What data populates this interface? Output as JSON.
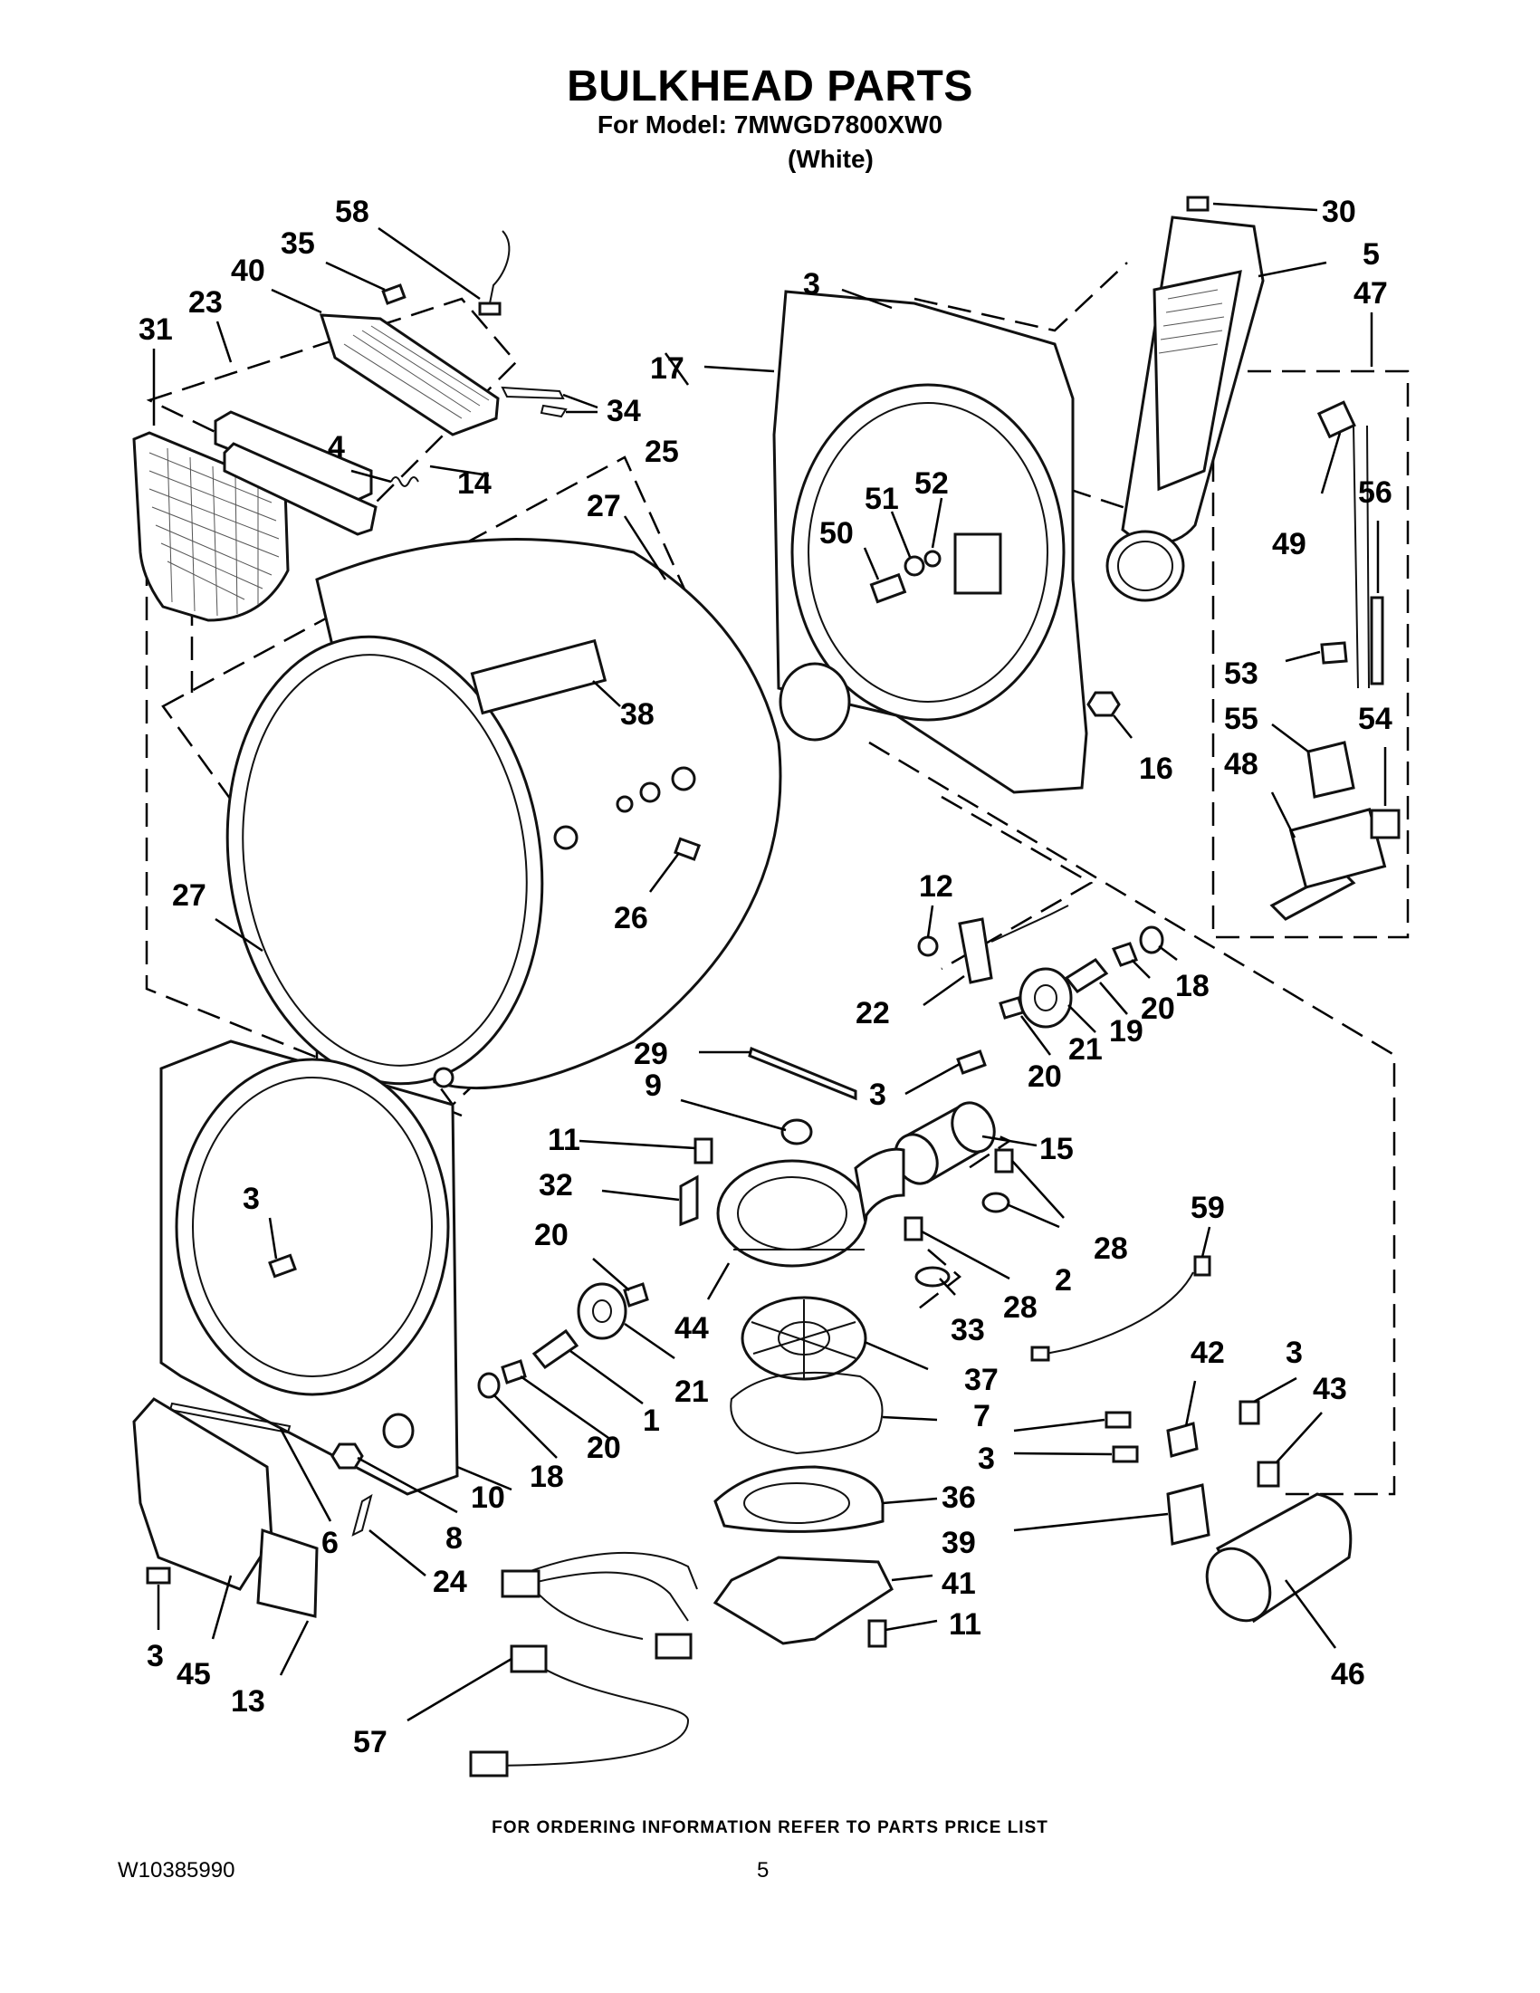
{
  "header": {
    "title": "BULKHEAD PARTS",
    "model_line": "For Model: 7MWGD7800XW0",
    "color_line": "(White)"
  },
  "footer": {
    "ordering_note": "FOR ORDERING INFORMATION REFER TO PARTS PRICE LIST",
    "doc_number": "W10385990",
    "page_number": "5"
  },
  "callouts": {
    "c58": "58",
    "c35": "35",
    "c40": "40",
    "c23": "23",
    "c31": "31",
    "c3_a": "3",
    "c17": "17",
    "c30": "30",
    "c5": "5",
    "c47": "47",
    "c34": "34",
    "c25": "25",
    "c4": "4",
    "c14": "14",
    "c27_top": "27",
    "c51": "51",
    "c52": "52",
    "c50": "50",
    "c49": "49",
    "c56": "56",
    "c38": "38",
    "c53": "53",
    "c55": "55",
    "c54": "54",
    "c48": "48",
    "c16": "16",
    "c26": "26",
    "c27_left": "27",
    "c12": "12",
    "c22": "22",
    "c18_r": "18",
    "c20_r": "20",
    "c19": "19",
    "c21_r": "21",
    "c20_m": "20",
    "c29": "29",
    "c9": "9",
    "c3_b": "3",
    "c15": "15",
    "c11_a": "11",
    "c32": "32",
    "c28_a": "28",
    "c2": "2",
    "c59": "59",
    "c20_l": "20",
    "c3_c": "3",
    "c28_b": "28",
    "c33": "33",
    "c44": "44",
    "c37": "37",
    "c21_l": "21",
    "c1": "1",
    "c20_b": "20",
    "c18_b": "18",
    "c42": "42",
    "c3_d": "3",
    "c43": "43",
    "c7": "7",
    "c3_e": "3",
    "c10": "10",
    "c8": "8",
    "c6": "6",
    "c36": "36",
    "c39": "39",
    "c24": "24",
    "c41": "41",
    "c11_b": "11",
    "c46": "46",
    "c3_f": "3",
    "c45": "45",
    "c13": "13",
    "c57": "57"
  }
}
